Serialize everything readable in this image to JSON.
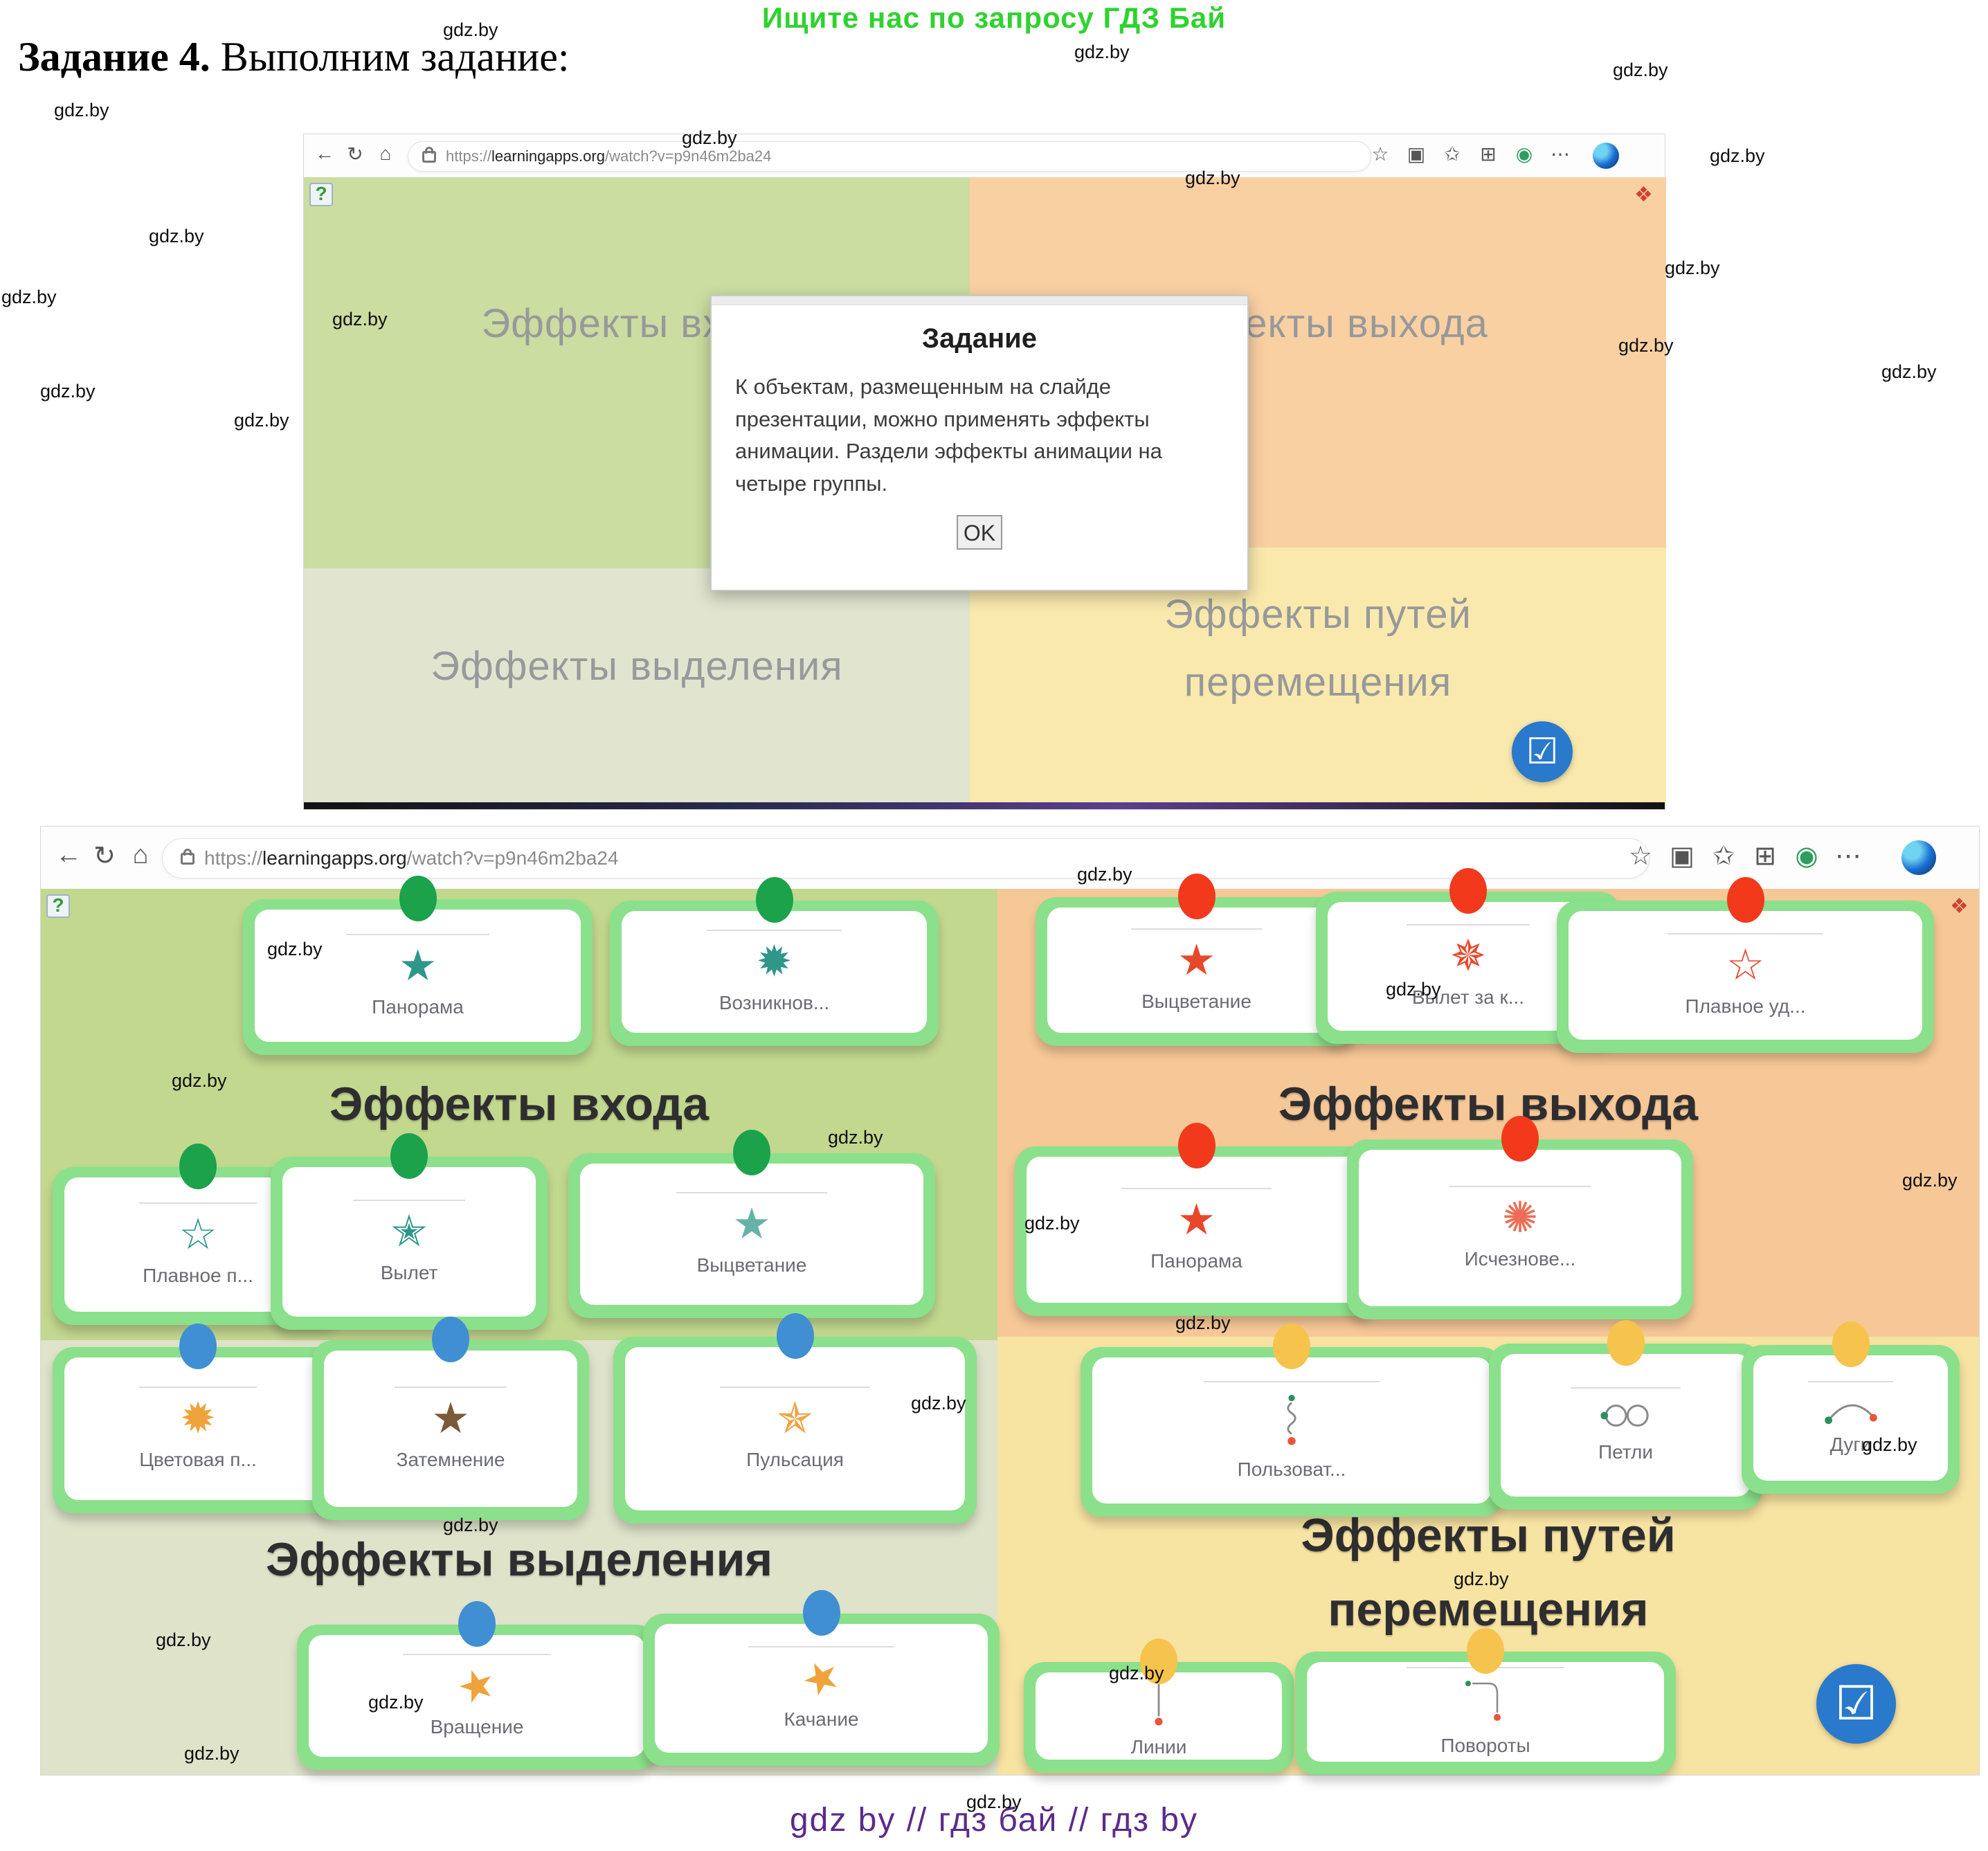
{
  "page": {
    "promo": "Ищите нас по запросу ГДЗ Бай",
    "title_bold": "Задание 4.",
    "title_rest": " Выполним задание:",
    "watermark": "gdz.by",
    "footer": "gdz by  //  гдз бай  //  гдз by"
  },
  "browser": {
    "url_scheme": "https://",
    "url_host": "learningapps.org",
    "url_path": "/watch?v=p9n46m2ba24",
    "icons": {
      "back": "←",
      "refresh": "↻",
      "home": "⌂",
      "favorite": "☆",
      "split": "▣",
      "favorites_bar": "✩",
      "collections": "⊞",
      "essentials": "◉",
      "more": "⋯"
    }
  },
  "task_dialog": {
    "title": "Задание",
    "body": "К объектам, размещенным на слайде презентации, можно применять эффекты анимации. Раздели эффекты анимации на четыре группы.",
    "ok_label": "OK"
  },
  "quadrants": {
    "entrance": "Эффекты входа",
    "exit": "Эффекты выхода",
    "emphasis": "Эффекты выделения",
    "path_line1": "Эффекты путей",
    "path_line2": "перемещения"
  },
  "app_icons": {
    "help": "?",
    "fullscreen": "❖",
    "check": "☑"
  },
  "colors": {
    "entrance_bg": "#c3d88f",
    "exit_bg": "#f7c897",
    "emphasis_bg": "#dfe3ca",
    "path_bg": "#f7e3a2",
    "entrance_bg_faded": "#cbdda0",
    "exit_bg_faded": "#f9d0a2",
    "emphasis_bg_faded": "#e1e5cf",
    "path_bg_faded": "#f9e9ad",
    "pin_entrance": "#1ba24b",
    "pin_exit": "#f2391c",
    "pin_emphasis": "#3f8fd2",
    "pin_path": "#f6c34c",
    "card_border": "#8be08b",
    "accent_button": "#2979cc",
    "promo_green": "#2fd22f",
    "footer_purple": "#5b2b8a"
  },
  "cards": {
    "entrance_top": [
      {
        "label": "Панорама",
        "icon": "★"
      },
      {
        "label": "Возникнов...",
        "icon": "✹"
      }
    ],
    "exit_top": [
      {
        "label": "Выцветание",
        "icon": "★"
      },
      {
        "label": "Вылет за к...",
        "icon": "✵"
      },
      {
        "label": "Плавное уд...",
        "icon": "☆"
      }
    ],
    "entrance_bottom": [
      {
        "label": "Плавное п...",
        "icon": "☆"
      },
      {
        "label": "Вылет",
        "icon": "✭"
      },
      {
        "label": "Выцветание",
        "icon": "★"
      }
    ],
    "exit_bottom": [
      {
        "label": "Панорама",
        "icon": "★"
      },
      {
        "label": "Исчезнове...",
        "icon": "✺"
      }
    ],
    "emphasis_top": [
      {
        "label": "Цветовая п...",
        "icon": "✹"
      },
      {
        "label": "Затемнение",
        "icon": "★"
      },
      {
        "label": "Пульсация",
        "icon": "✯"
      }
    ],
    "path_top": [
      {
        "label": "Пользоват...",
        "icon": "squiggle-path-icon"
      },
      {
        "label": "Петли",
        "icon": "loops-path-icon"
      },
      {
        "label": "Дуги",
        "icon": "arc-path-icon"
      }
    ],
    "emphasis_bottom": [
      {
        "label": "Вращение",
        "icon": "★"
      },
      {
        "label": "Качание",
        "icon": "★"
      }
    ],
    "path_bottom": [
      {
        "label": "Линии",
        "icon": "line-path-icon"
      },
      {
        "label": "Повороты",
        "icon": "turn-path-icon"
      }
    ]
  }
}
